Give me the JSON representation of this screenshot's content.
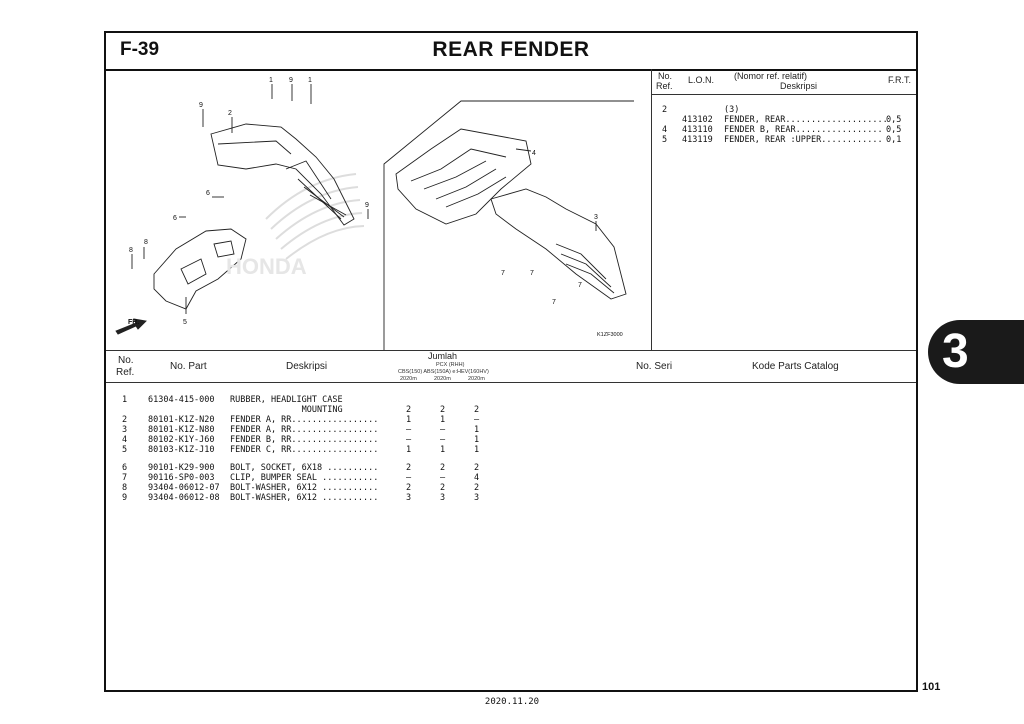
{
  "header": {
    "code": "F-39",
    "title": "REAR FENDER"
  },
  "diagram": {
    "image_code": "K1ZF3000",
    "front_label": "FR.",
    "watermark_text": "HONDA",
    "callouts": [
      "1",
      "9",
      "2",
      "9",
      "1",
      "6",
      "9",
      "6",
      "8",
      "8",
      "5",
      "4",
      "3",
      "7",
      "7",
      "7",
      "7"
    ]
  },
  "lon_table": {
    "headers": {
      "no": "No.",
      "ref": "Ref.",
      "lon": "L.O.N.",
      "desc_top": "(Nomor ref. relatif)",
      "desc": "Deskripsi",
      "frt": "F.R.T."
    },
    "rows": [
      {
        "ref": "2",
        "lon": "",
        "desc": "(3)",
        "frt": ""
      },
      {
        "ref": "",
        "lon": "413102",
        "desc": "FENDER, REAR....................",
        "frt": "0,5"
      },
      {
        "ref": "4",
        "lon": "413110",
        "desc": "FENDER B, REAR.................",
        "frt": "0,5"
      },
      {
        "ref": "5",
        "lon": "413119",
        "desc": "FENDER, REAR :UPPER............",
        "frt": "0,1"
      }
    ]
  },
  "parts_table": {
    "headers": {
      "no": "No.",
      "ref": "Ref.",
      "part": "No. Part",
      "desc": "Deskripsi",
      "qty": "Jumlah",
      "model": "PCX (RHH)",
      "variants": "CBS(150) ABS(150A) e:HEV(160HV)",
      "years": [
        "2020m",
        "2020m",
        "2020m"
      ],
      "serial": "No. Seri",
      "catalog": "Kode Parts Catalog"
    },
    "rows": [
      {
        "ref": "1",
        "part": "61304-415-000",
        "desc": "RUBBER, HEADLIGHT CASE",
        "q": [
          "",
          "",
          ""
        ]
      },
      {
        "ref": "",
        "part": "",
        "desc": "              MOUNTING",
        "q": [
          "2",
          "2",
          "2"
        ]
      },
      {
        "ref": "2",
        "part": "80101-K1Z-N20",
        "desc": "FENDER A, RR.................",
        "q": [
          "1",
          "1",
          "–"
        ]
      },
      {
        "ref": "3",
        "part": "80101-K1Z-N80",
        "desc": "FENDER A, RR.................",
        "q": [
          "–",
          "–",
          "1"
        ]
      },
      {
        "ref": "4",
        "part": "80102-K1Y-J60",
        "desc": "FENDER B, RR.................",
        "q": [
          "–",
          "–",
          "1"
        ]
      },
      {
        "ref": "5",
        "part": "80103-K1Z-J10",
        "desc": "FENDER C, RR.................",
        "q": [
          "1",
          "1",
          "1"
        ]
      },
      {
        "ref": "6",
        "part": "90101-K29-900",
        "desc": "BOLT, SOCKET, 6X18 ..........",
        "q": [
          "2",
          "2",
          "2"
        ]
      },
      {
        "ref": "7",
        "part": "90116-SP0-003",
        "desc": "CLIP, BUMPER SEAL ...........",
        "q": [
          "–",
          "–",
          "4"
        ]
      },
      {
        "ref": "8",
        "part": "93404-06012-07",
        "desc": "BOLT-WASHER, 6X12 ...........",
        "q": [
          "2",
          "2",
          "2"
        ]
      },
      {
        "ref": "9",
        "part": "93404-06012-08",
        "desc": "BOLT-WASHER, 6X12 ...........",
        "q": [
          "3",
          "3",
          "3"
        ]
      }
    ]
  },
  "section_tab": "3",
  "page_number": "101",
  "footer_date": "2020.11.20"
}
